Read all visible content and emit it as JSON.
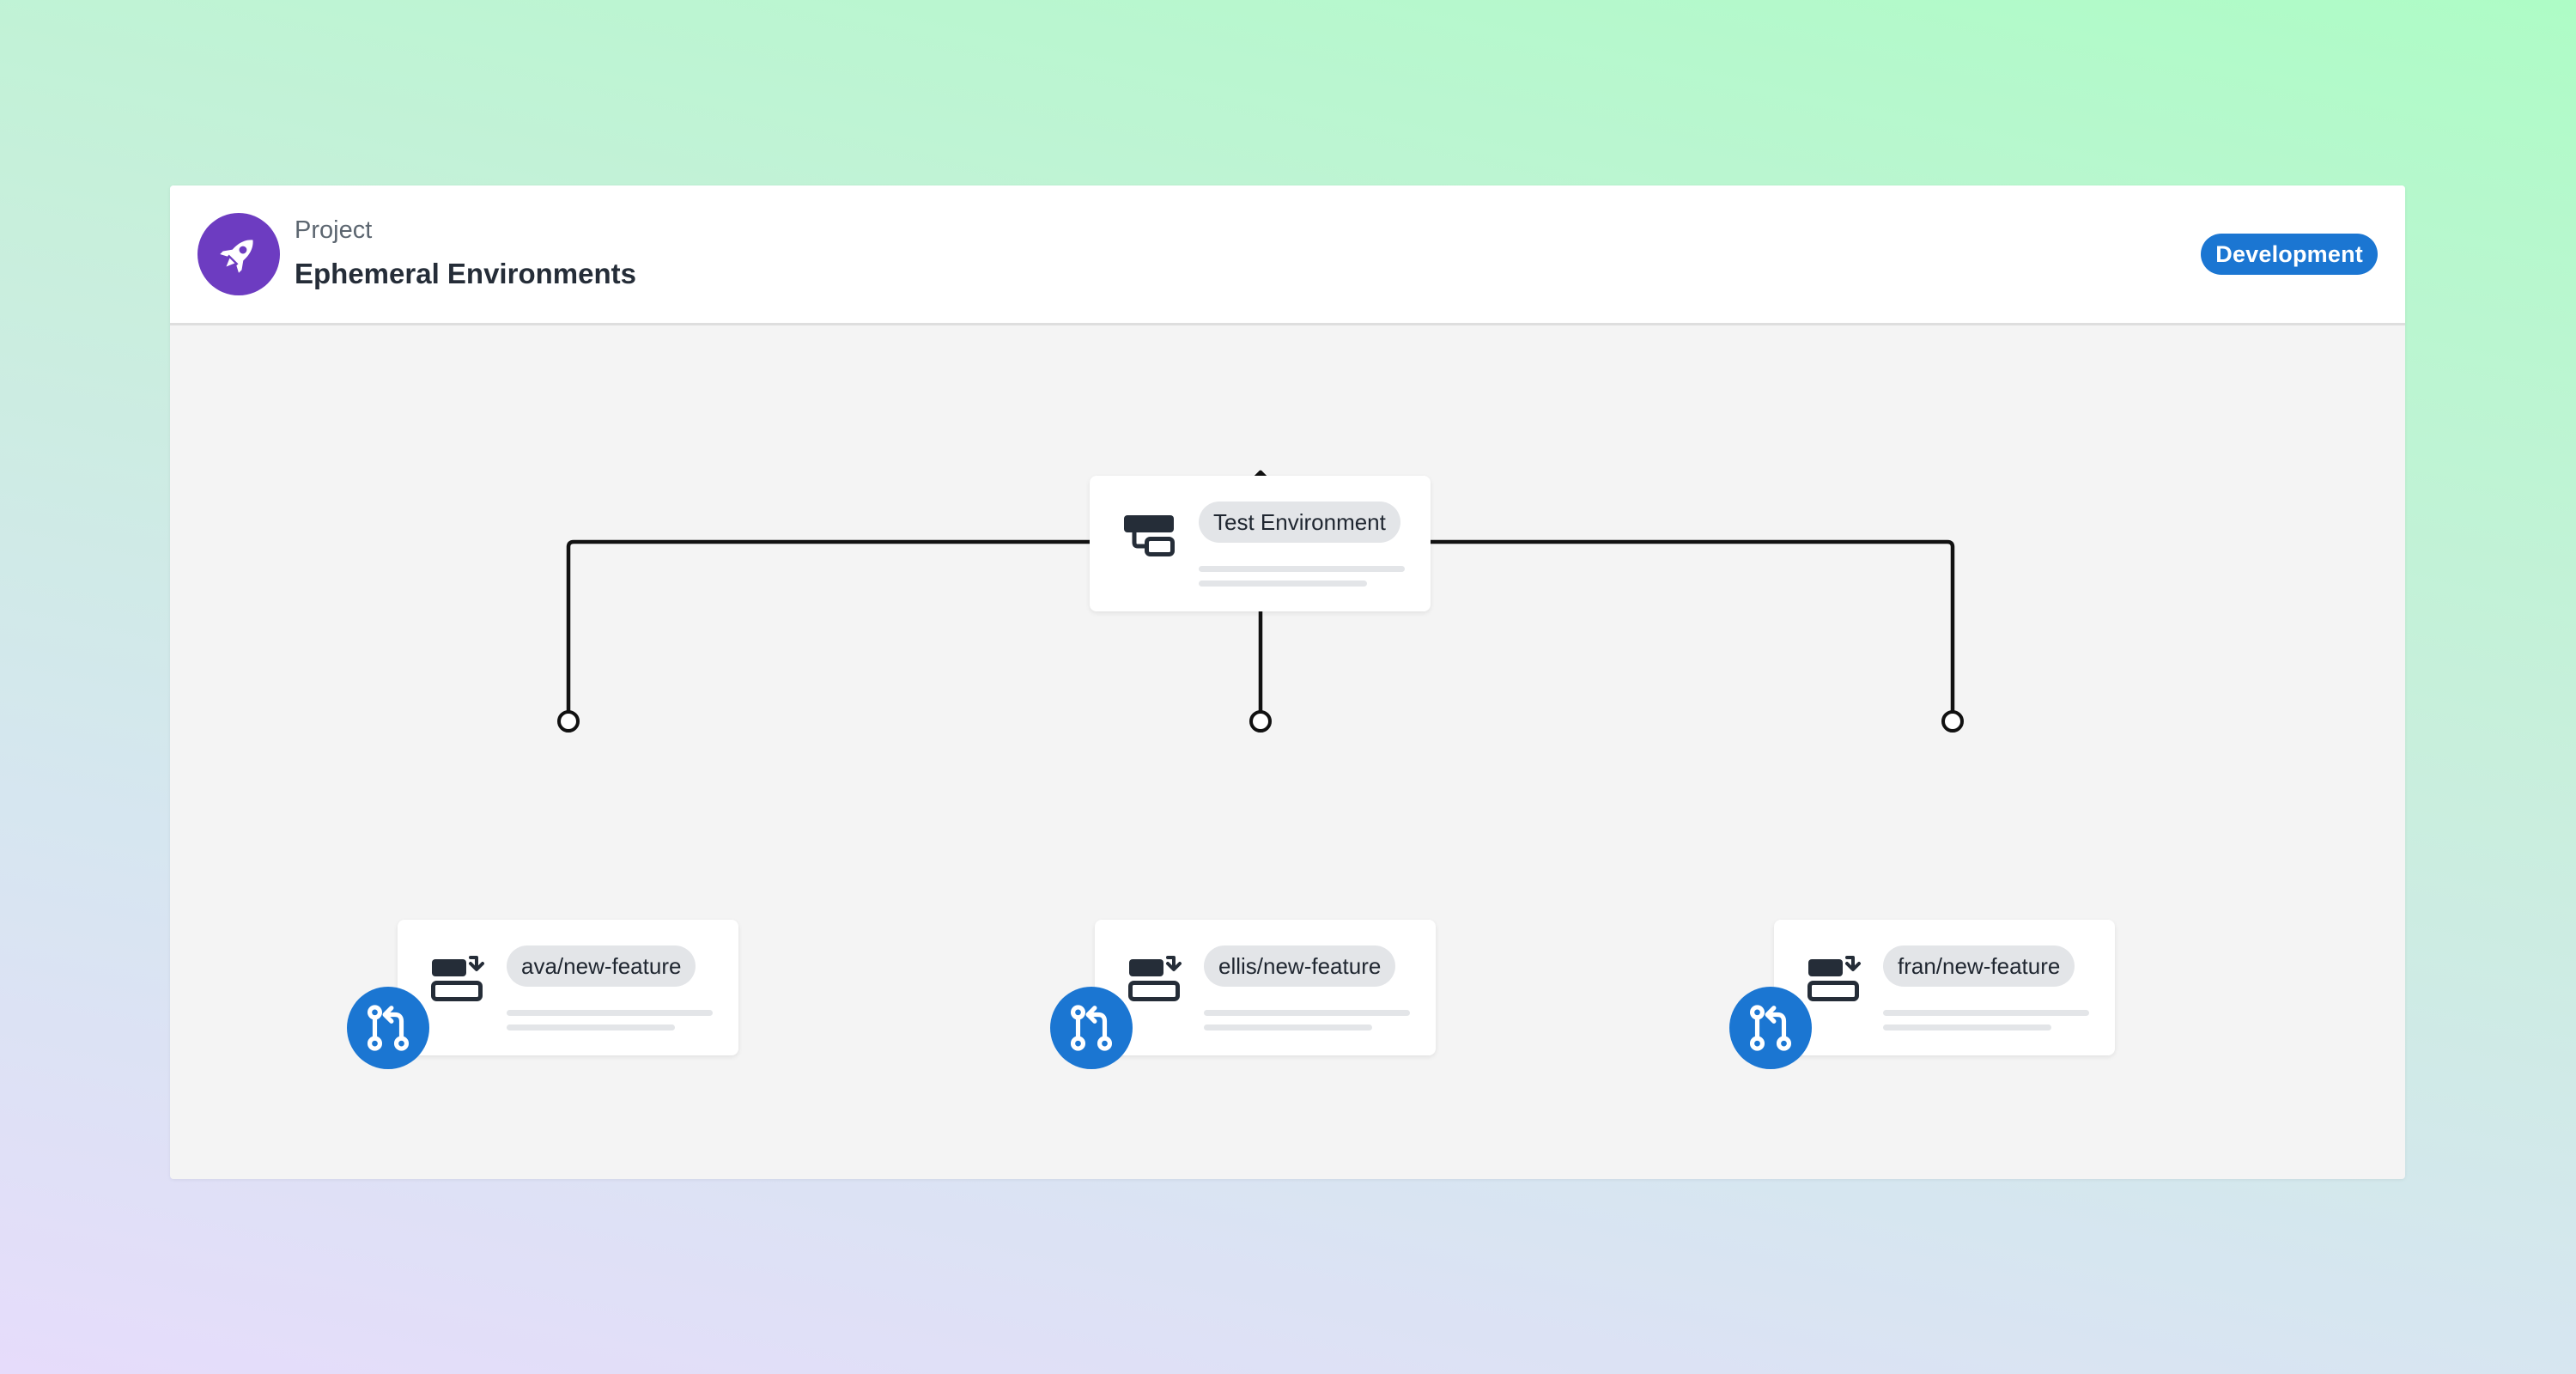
{
  "header": {
    "kicker": "Project",
    "title": "Ephemeral Environments",
    "badge": "Development",
    "avatar_icon": "rocket-icon"
  },
  "colors": {
    "accent_blue": "#1b76d2",
    "avatar_purple": "#6d3cc1"
  },
  "target": {
    "label": "Test Environment",
    "icon": "environment-icon"
  },
  "branches": [
    {
      "label": "ava/new-feature",
      "icon": "branch-environment-icon",
      "badge_icon": "pull-request-icon"
    },
    {
      "label": "ellis/new-feature",
      "icon": "branch-environment-icon",
      "badge_icon": "pull-request-icon"
    },
    {
      "label": "fran/new-feature",
      "icon": "branch-environment-icon",
      "badge_icon": "pull-request-icon"
    }
  ]
}
